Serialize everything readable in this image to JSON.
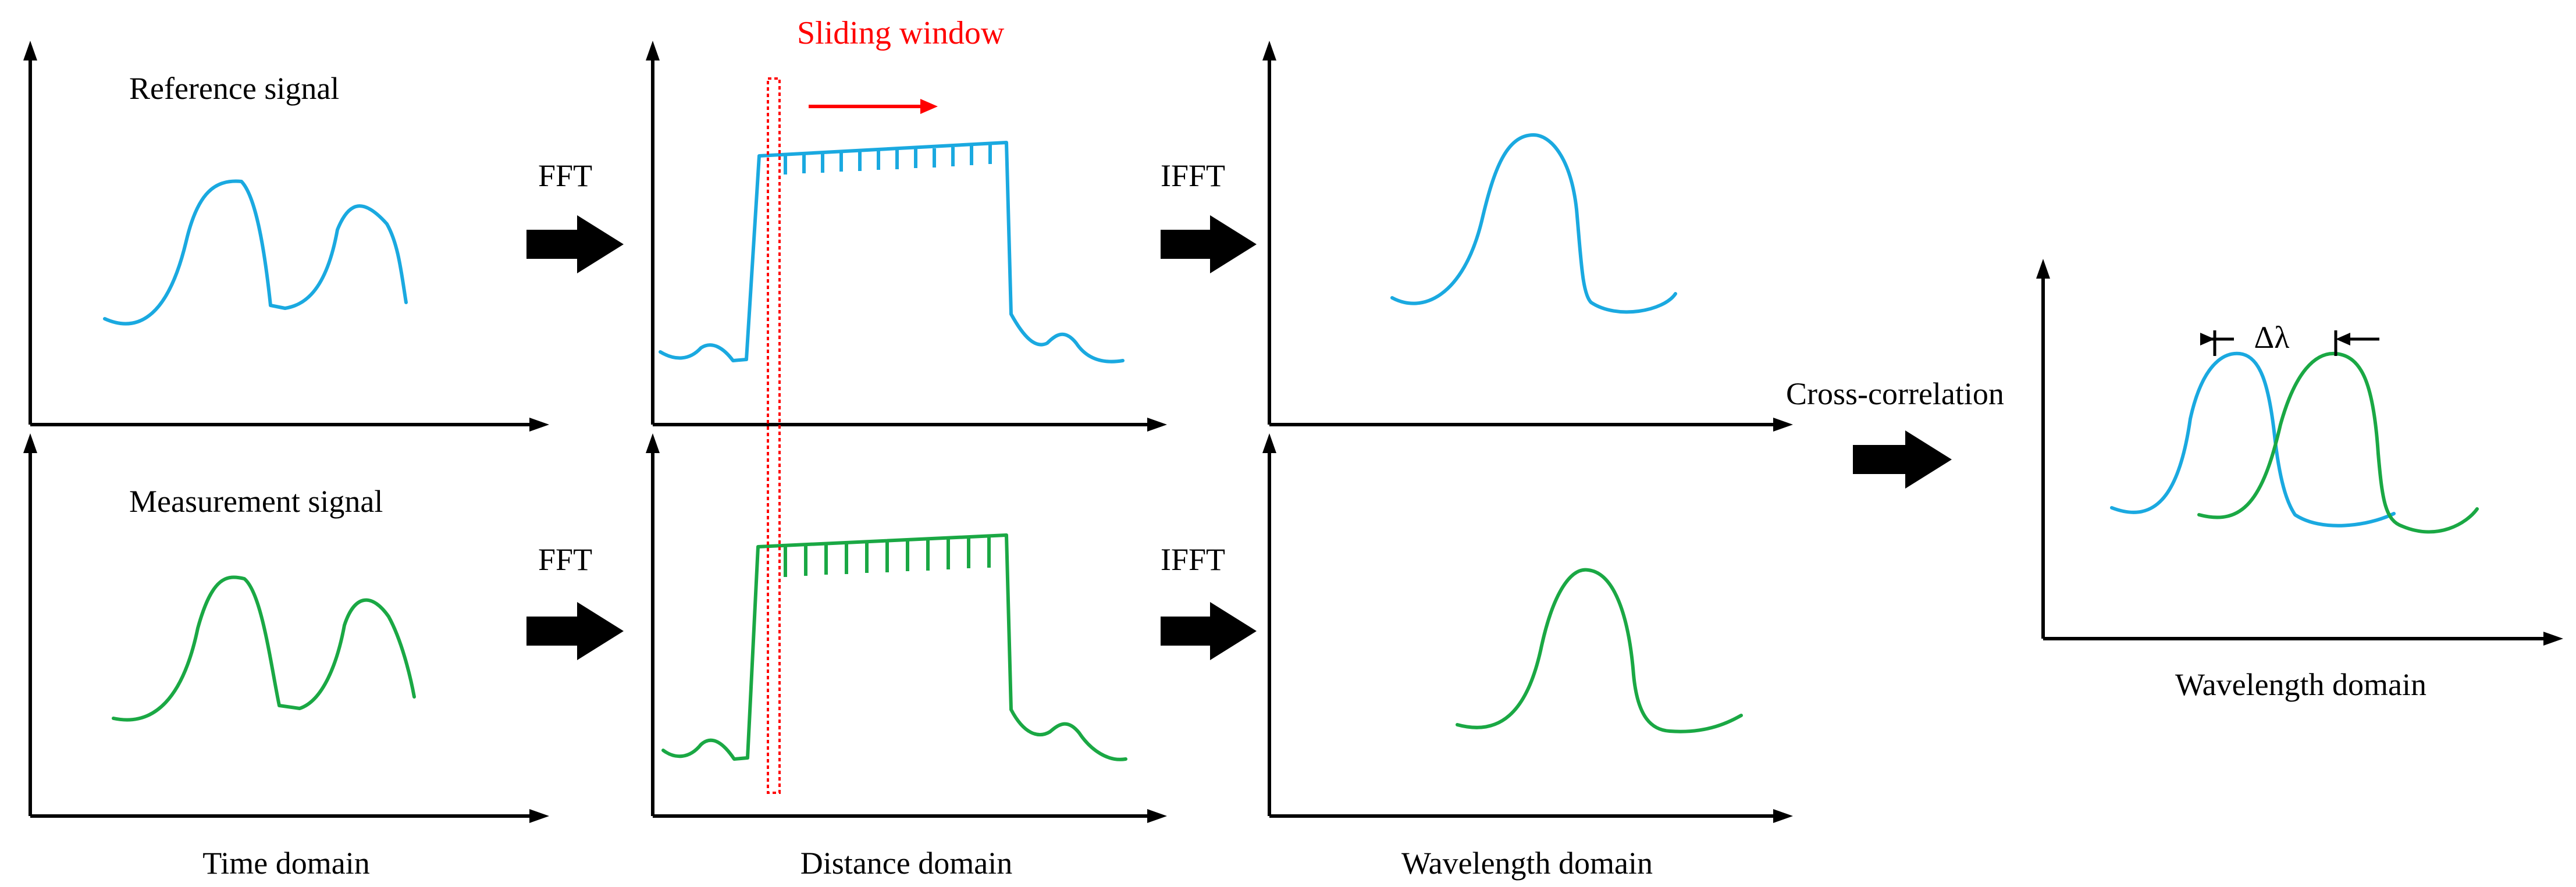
{
  "colors": {
    "reference": "#1aa9e0",
    "measurement": "#1aa844",
    "window": "#ff0000",
    "arrow": "#000000"
  },
  "labels": {
    "reference_signal": "Reference signal",
    "measurement_signal": "Measurement signal",
    "sliding_window": "Sliding window",
    "fft_top": "FFT",
    "fft_bottom": "FFT",
    "ifft_top": "IFFT",
    "ifft_bottom": "IFFT",
    "cross_correlation": "Cross-correlation",
    "delta_lambda": "Δλ"
  },
  "domains": {
    "time": "Time domain",
    "distance": "Distance domain",
    "wavelength": "Wavelength domain",
    "wavelength_result": "Wavelength domain"
  }
}
